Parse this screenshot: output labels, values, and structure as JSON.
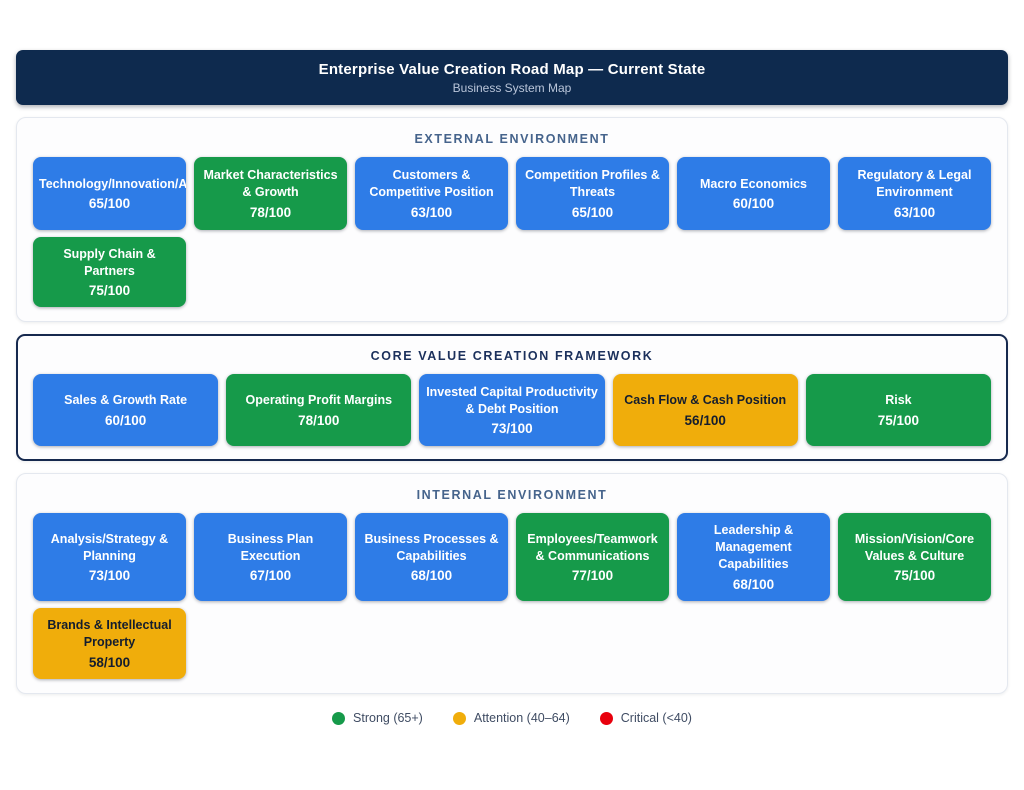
{
  "header": {
    "title": "Enterprise Value Creation Road Map — Current State",
    "subtitle": "Business System Map"
  },
  "sections": [
    {
      "label": "EXTERNAL ENVIRONMENT",
      "cards": [
        {
          "title": "Technology/Innovation/AI",
          "score": "65/100",
          "color": "blue"
        },
        {
          "title": "Market Characteristics & Growth",
          "score": "78/100",
          "color": "green"
        },
        {
          "title": "Customers & Competitive Position",
          "score": "63/100",
          "color": "blue"
        },
        {
          "title": "Competition Profiles & Threats",
          "score": "65/100",
          "color": "blue"
        },
        {
          "title": "Macro Economics",
          "score": "60/100",
          "color": "blue"
        },
        {
          "title": "Regulatory & Legal Environment",
          "score": "63/100",
          "color": "blue"
        },
        {
          "title": "Supply Chain & Partners",
          "score": "75/100",
          "color": "green"
        }
      ]
    },
    {
      "label": "CORE VALUE CREATION FRAMEWORK",
      "cards": [
        {
          "title": "Sales & Growth Rate",
          "score": "60/100",
          "color": "blue"
        },
        {
          "title": "Operating Profit Margins",
          "score": "78/100",
          "color": "green"
        },
        {
          "title": "Invested Capital Productivity & Debt Position",
          "score": "73/100",
          "color": "blue"
        },
        {
          "title": "Cash Flow & Cash Position",
          "score": "56/100",
          "color": "amber"
        },
        {
          "title": "Risk",
          "score": "75/100",
          "color": "green"
        }
      ]
    },
    {
      "label": "INTERNAL ENVIRONMENT",
      "cards": [
        {
          "title": "Analysis/Strategy & Planning",
          "score": "73/100",
          "color": "blue"
        },
        {
          "title": "Business Plan Execution",
          "score": "67/100",
          "color": "blue"
        },
        {
          "title": "Business Processes & Capabilities",
          "score": "68/100",
          "color": "blue"
        },
        {
          "title": "Employees/Teamwork & Communications",
          "score": "77/100",
          "color": "green"
        },
        {
          "title": "Leadership & Management Capabilities",
          "score": "68/100",
          "color": "blue"
        },
        {
          "title": "Mission/Vision/Core Values & Culture",
          "score": "75/100",
          "color": "green"
        },
        {
          "title": "Brands & Intellectual Property",
          "score": "58/100",
          "color": "amber"
        }
      ]
    }
  ],
  "legend": [
    {
      "label": "Strong (65+)",
      "color": "#169a4a"
    },
    {
      "label": "Attention (40–64)",
      "color": "#f0ad0b"
    },
    {
      "label": "Critical (<40)",
      "color": "#e8000d"
    }
  ],
  "palette": {
    "navy": "#0e2a4e",
    "blue": "#2e7ce7",
    "green": "#169a4a",
    "amber": "#f0ad0b",
    "red": "#e8000d",
    "core-border": "#16294e",
    "core-label": "#1b305c",
    "section-label": "#46648c",
    "dark-text": "#141d2e"
  }
}
